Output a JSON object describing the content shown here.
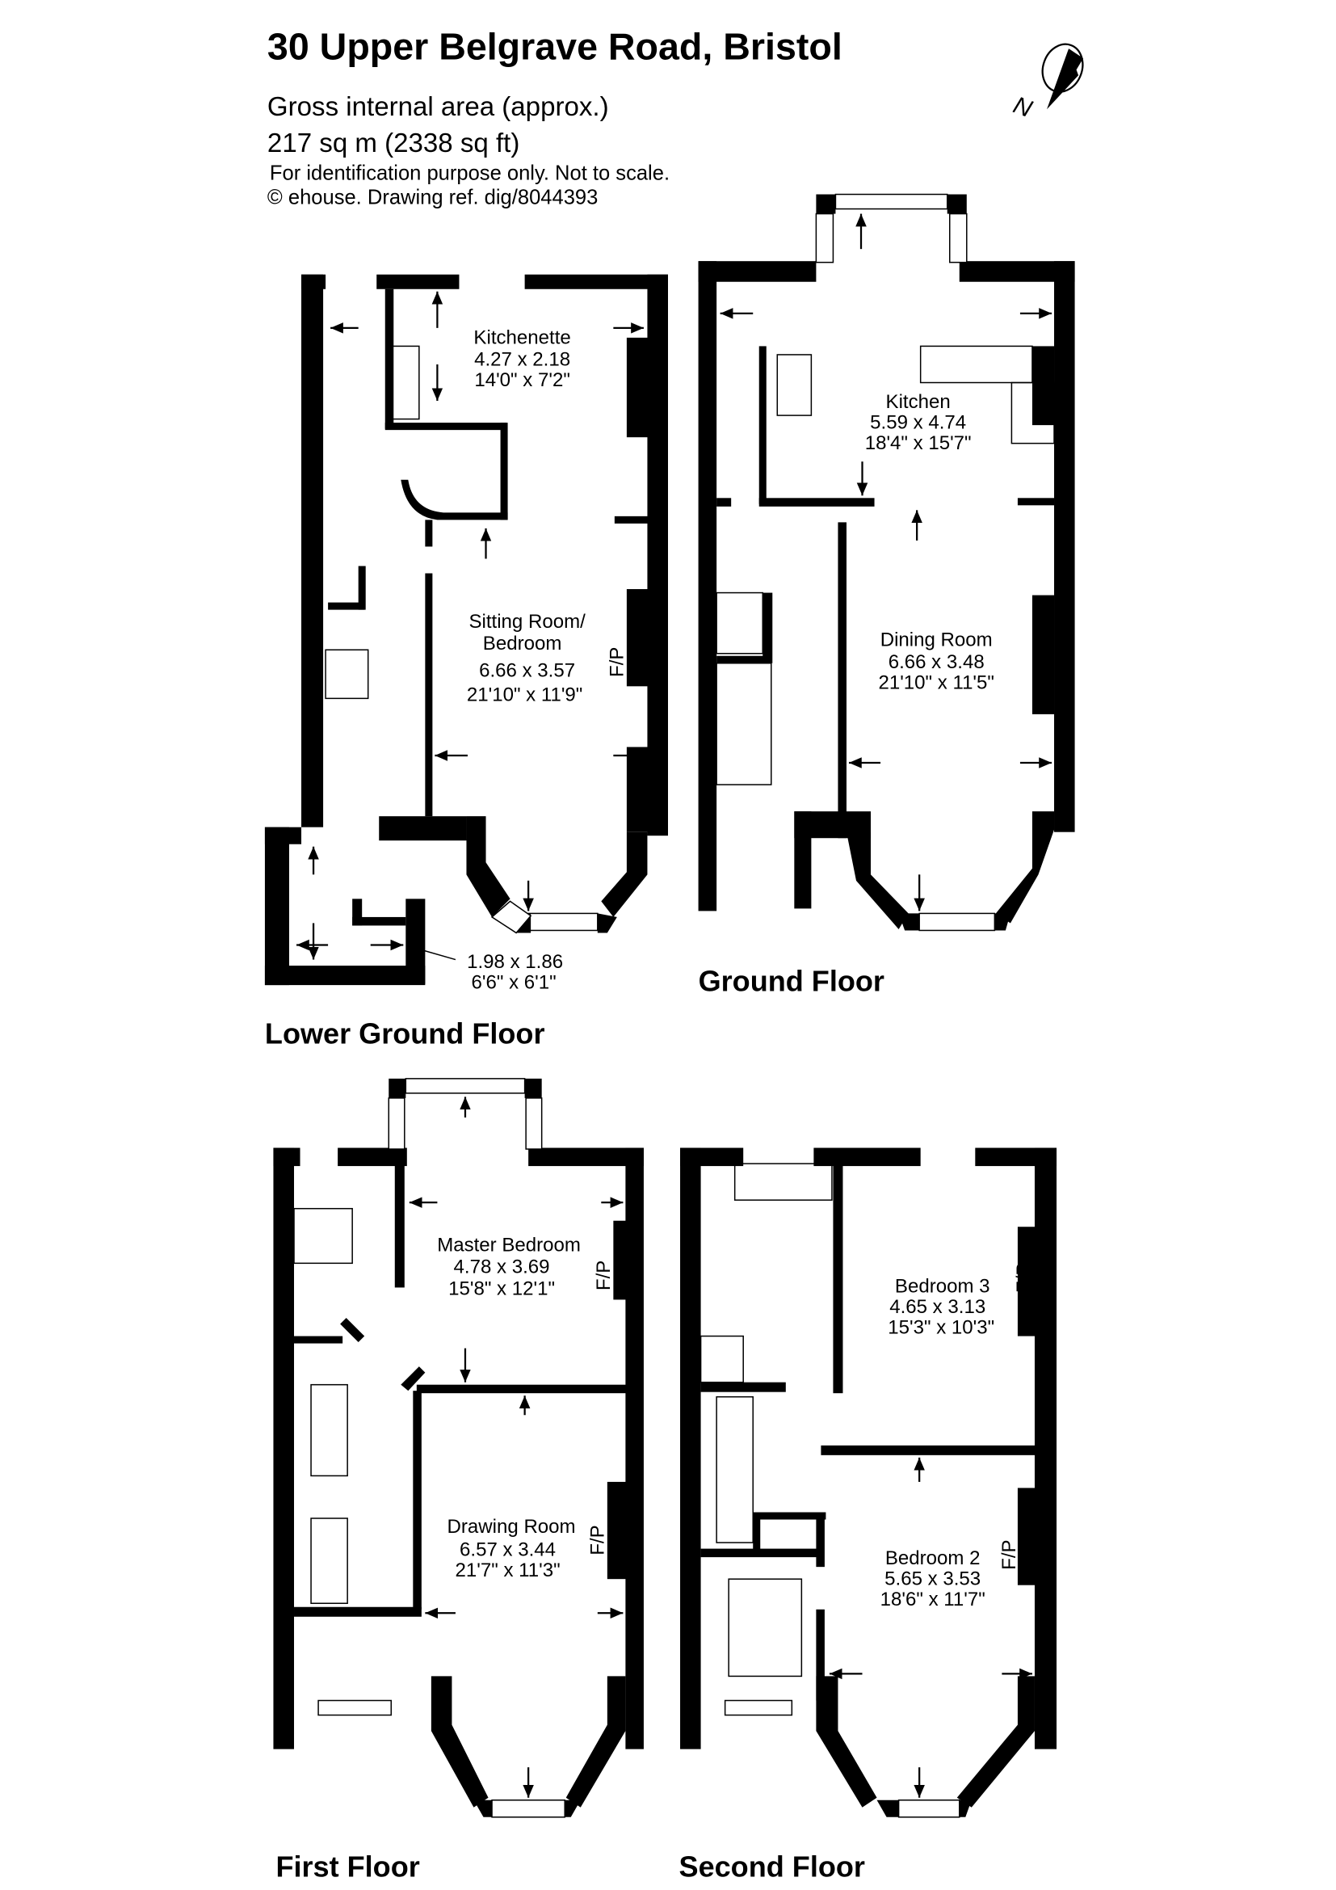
{
  "header": {
    "title": "30 Upper Belgrave Road, Bristol",
    "area_label": "Gross internal area (approx.)",
    "area_value": "217 sq m (2338 sq ft)",
    "disclaimer": "For identification purpose only. Not to scale.",
    "copyright": "© ehouse. Drawing ref. dig/8044393",
    "compass_label": "N"
  },
  "floors": {
    "lower_ground": {
      "name": "Lower Ground Floor",
      "rooms": [
        {
          "name": "Kitchenette",
          "metric": "4.27 x 2.18",
          "imperial": "14'0\" x 7'2\""
        },
        {
          "name": "Sitting Room/",
          "name2": "Bedroom",
          "metric": "6.66 x 3.57",
          "imperial": "21'10\"  x 11'9\"",
          "fireplace": "F/P"
        },
        {
          "metric": "1.98 x 1.86",
          "imperial": "6'6\" x 6'1\""
        }
      ]
    },
    "ground": {
      "name": "Ground Floor",
      "rooms": [
        {
          "name": "Kitchen",
          "metric": "5.59 x 4.74",
          "imperial": "18'4\" x 15'7\""
        },
        {
          "name": "Dining Room",
          "metric": "6.66 x 3.48",
          "imperial": "21'10\" x 11'5\""
        }
      ]
    },
    "first": {
      "name": "First Floor",
      "rooms": [
        {
          "name": "Master Bedroom",
          "metric": "4.78 x 3.69",
          "imperial": "15'8\" x 12'1\"",
          "fireplace": "F/P"
        },
        {
          "name": "Drawing Room",
          "metric": "6.57 x 3.44",
          "imperial": "21'7\" x 11'3\"",
          "fireplace": "F/P"
        }
      ]
    },
    "second": {
      "name": "Second Floor",
      "rooms": [
        {
          "name": "Bedroom 3",
          "metric": "4.65 x 3.13",
          "imperial": "15'3\" x 10'3\"",
          "fireplace": "F/P"
        },
        {
          "name": "Bedroom 2",
          "metric": "5.65 x 3.53",
          "imperial": "18'6\" x 11'7\"",
          "fireplace": "F/P"
        }
      ]
    }
  }
}
